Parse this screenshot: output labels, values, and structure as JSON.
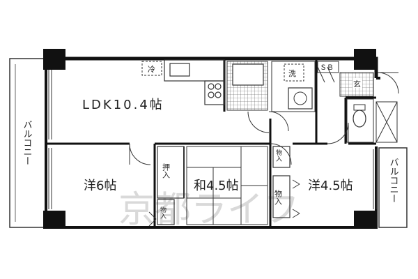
{
  "rooms": {
    "ldk": "LDK10.4帖",
    "western_left": "洋6帖",
    "japanese": "和4.5帖",
    "western_right": "洋4.5帖"
  },
  "balconies": {
    "left": "バルコニー",
    "right": "バルコニー"
  },
  "storage": {
    "oshiire": "押入",
    "closet_small": "物入",
    "closet_mid_top": "物入",
    "closet_mid_bottom": "物入"
  },
  "fixtures": {
    "fridge": "冷",
    "washer": "洗",
    "shoebox": "ＳＢ",
    "entrance": "玄"
  },
  "watermark": "京都ライフ",
  "colors": {
    "wall": "#111111",
    "line": "#333333",
    "watermark": "#d9d9d9"
  }
}
